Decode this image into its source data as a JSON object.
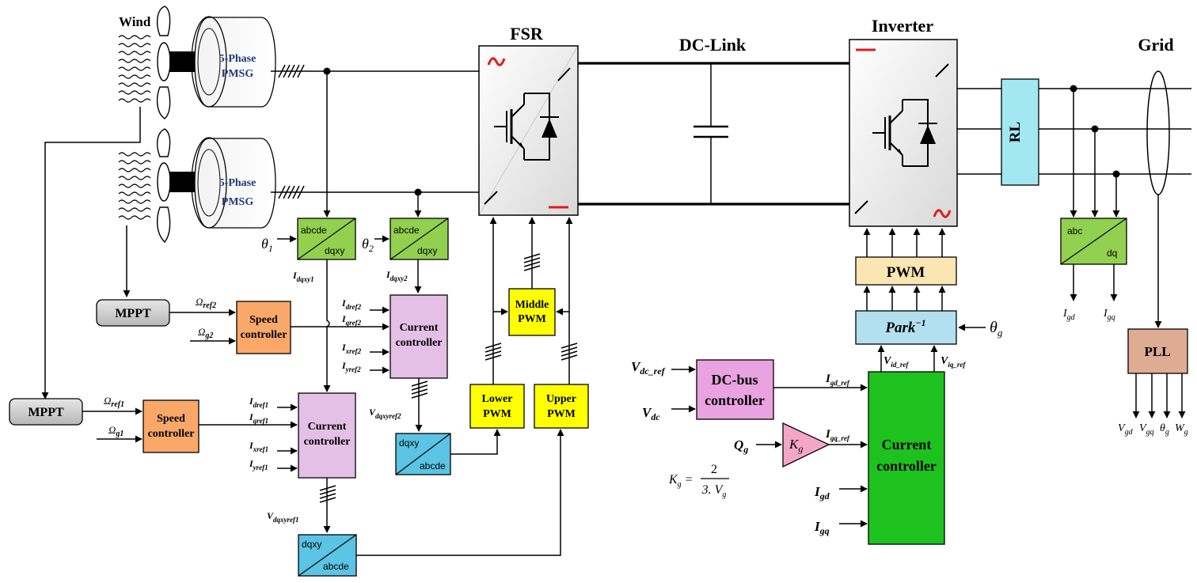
{
  "labels": {
    "wind": "Wind",
    "pmsg_line1": "5-Phase",
    "pmsg_line2": "PMSG",
    "fsr": "FSR",
    "dclink": "DC-Link",
    "inverter": "Inverter",
    "grid": "Grid",
    "rl": "RL",
    "pll": "PLL",
    "pwm": "PWM",
    "park": "Park",
    "park_exp": "−1",
    "mppt": "MPPT",
    "speed_line1": "Speed",
    "speed_line2": "controller",
    "current_line1": "Current",
    "current_line2": "controller",
    "dcbus_line1": "DC-bus",
    "dcbus_line2": "controller",
    "middle_line1": "Middle",
    "middle_line2": "PWM",
    "lower_line1": "Lower",
    "lower_line2": "PWM",
    "upper_line1": "Upper",
    "upper_line2": "PWM",
    "abcde": "abcde",
    "dqxy": "dqxy",
    "abc": "abc",
    "dq": "dq",
    "kg_symbol": "K",
    "kg_sub": "g",
    "kg_formula_lhs": "K",
    "kg_formula_num": "2",
    "kg_formula_den": "3. V",
    "kg_formula_den_sub": "g"
  },
  "signals": {
    "theta1": {
      "base": "θ",
      "sub": "1"
    },
    "theta2": {
      "base": "θ",
      "sub": "2"
    },
    "thetag": {
      "base": "θ",
      "sub": "g"
    },
    "i_dqxy1": {
      "base": "I",
      "sub": "dqxy1"
    },
    "i_dqxy2": {
      "base": "I",
      "sub": "dqxy2"
    },
    "omega_ref2": {
      "base": "Ω",
      "sub": "ref2"
    },
    "omega_g2": {
      "base": "Ω",
      "sub": "g2"
    },
    "omega_ref1": {
      "base": "Ω",
      "sub": "ref1"
    },
    "omega_g1": {
      "base": "Ω",
      "sub": "g1"
    },
    "i_dref2": {
      "base": "I",
      "sub": "dref2"
    },
    "i_qref2": {
      "base": "I",
      "sub": "qref2"
    },
    "i_xref2": {
      "base": "I",
      "sub": "xref2"
    },
    "i_yref2": {
      "base": "I",
      "sub": "yref2"
    },
    "i_dref1": {
      "base": "I",
      "sub": "dref1"
    },
    "i_qref1": {
      "base": "I",
      "sub": "qref1"
    },
    "i_xref1": {
      "base": "I",
      "sub": "xref1"
    },
    "i_yref1": {
      "base": "I",
      "sub": "yref1"
    },
    "v_dqxyref2": {
      "base": "V",
      "sub": "dqxyref2"
    },
    "v_dqxyref1": {
      "base": "V",
      "sub": "dqxyref1"
    },
    "v_dc_ref": {
      "base": "V",
      "sub": "dc_ref"
    },
    "v_dc": {
      "base": "V",
      "sub": "dc"
    },
    "q_g": {
      "base": "Q",
      "sub": "g"
    },
    "i_gd_ref": {
      "base": "I",
      "sub": "gd_ref"
    },
    "i_gq_ref": {
      "base": "I",
      "sub": "gq_ref"
    },
    "i_gd": {
      "base": "I",
      "sub": "gd"
    },
    "i_gq": {
      "base": "I",
      "sub": "gq"
    },
    "v_id_ref": {
      "base": "V",
      "sub": "id_ref"
    },
    "v_iq_ref": {
      "base": "V",
      "sub": "iq_ref"
    },
    "out_igd": {
      "base": "I",
      "sub": "gd"
    },
    "out_igq": {
      "base": "I",
      "sub": "gq"
    },
    "pll_vgd": {
      "base": "V",
      "sub": "gd"
    },
    "pll_vgq": {
      "base": "V",
      "sub": "gq"
    },
    "pll_theta": {
      "base": "θ",
      "sub": "g"
    },
    "pll_w": {
      "base": "W",
      "sub": "g"
    }
  },
  "colors": {
    "mppt": "#c9c9c9",
    "speed_controller": "#f9a86a",
    "current_controller_gen": "#e4bfe6",
    "transform_green": "#92d050",
    "transform_blue": "#5bc3e3",
    "pwm_yellow": "#ffff00",
    "pwm_main": "#fbe6b3",
    "park": "#b3e0f0",
    "dcbus_controller": "#e8a3e0",
    "current_controller_grid": "#1ec21e",
    "kg_gain": "#f4a6c8",
    "rl": "#a3e7f2",
    "pll": "#deab93",
    "converter": "#ececec",
    "symbol_red": "#e11b1b",
    "pmsg_text": "#1f3a7a"
  }
}
